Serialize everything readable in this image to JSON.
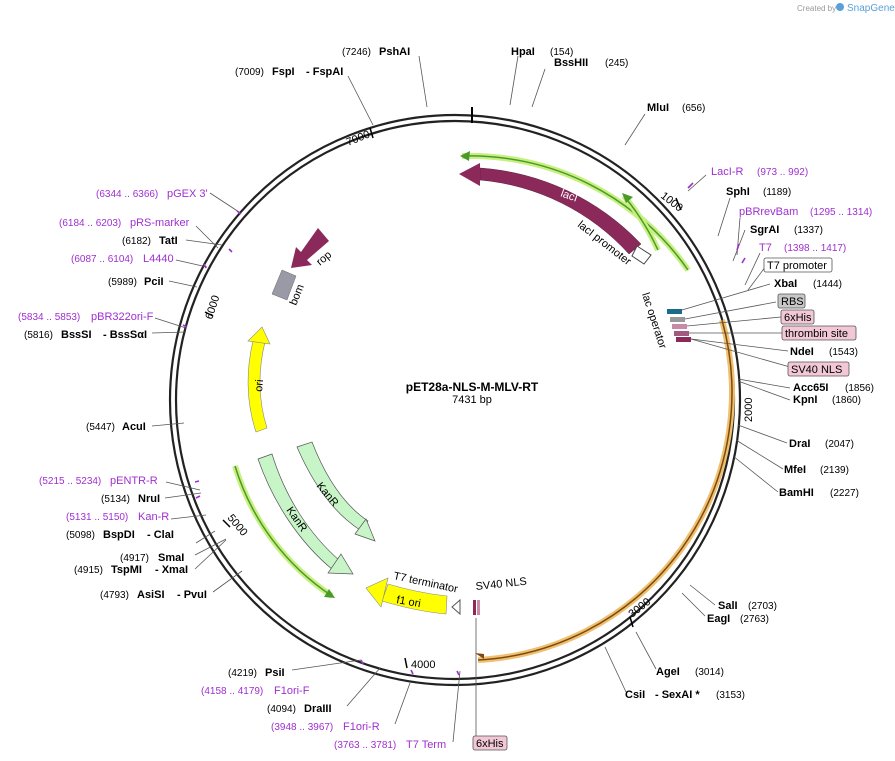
{
  "header": {
    "credit": "Created by",
    "brand": "SnapGene"
  },
  "plasmid": {
    "name": "pET28a-NLS-M-MLV-RT",
    "size_label": "7431 bp"
  },
  "ticks": [
    "1000",
    "2000",
    "3000",
    "4000",
    "5000",
    "6000",
    "7000"
  ],
  "enzymes": [
    {
      "id": "pshai",
      "name": "PshAI",
      "pos": "(7246)"
    },
    {
      "id": "fspi",
      "name": "FspI",
      "pos": "(7009)"
    },
    {
      "id": "fspai",
      "name": "- FspAI",
      "pos": ""
    },
    {
      "id": "hpai",
      "name": "HpaI",
      "pos": "(154)"
    },
    {
      "id": "bsshii",
      "name": "BssHII",
      "pos": "(245)"
    },
    {
      "id": "mlui",
      "name": "MluI",
      "pos": "(656)"
    },
    {
      "id": "sphi",
      "name": "SphI",
      "pos": "(1189)"
    },
    {
      "id": "sgrai",
      "name": "SgrAI",
      "pos": "(1337)"
    },
    {
      "id": "xbai",
      "name": "XbaI",
      "pos": "(1444)"
    },
    {
      "id": "ndei",
      "name": "NdeI",
      "pos": "(1543)"
    },
    {
      "id": "acc65i",
      "name": "Acc65I",
      "pos": "(1856)"
    },
    {
      "id": "kpni",
      "name": "KpnI",
      "pos": "(1860)"
    },
    {
      "id": "drai",
      "name": "DraI",
      "pos": "(2047)"
    },
    {
      "id": "mfei",
      "name": "MfeI",
      "pos": "(2139)"
    },
    {
      "id": "bamhi",
      "name": "BamHI",
      "pos": "(2227)"
    },
    {
      "id": "sali",
      "name": "SalI",
      "pos": "(2703)"
    },
    {
      "id": "eagi",
      "name": "EagI",
      "pos": "(2763)"
    },
    {
      "id": "agei",
      "name": "AgeI",
      "pos": "(3014)"
    },
    {
      "id": "csii",
      "name": "CsiI",
      "pos": "(3153)"
    },
    {
      "id": "sexai",
      "name": "- SexAI *",
      "pos": ""
    },
    {
      "id": "tati",
      "name": "TatI",
      "pos": "(6182)"
    },
    {
      "id": "pcii",
      "name": "PciI",
      "pos": "(5989)"
    },
    {
      "id": "bsssi",
      "name": "BssSI",
      "pos": "(5816)"
    },
    {
      "id": "bsssai",
      "name": "- BssSαI",
      "pos": ""
    },
    {
      "id": "acui",
      "name": "AcuI",
      "pos": "(5447)"
    },
    {
      "id": "nrui",
      "name": "NruI",
      "pos": "(5134)"
    },
    {
      "id": "bspdi",
      "name": "BspDI",
      "pos": "(5098)"
    },
    {
      "id": "clai",
      "name": "- ClaI",
      "pos": ""
    },
    {
      "id": "smai",
      "name": "SmaI",
      "pos": "(4917)"
    },
    {
      "id": "tspmi",
      "name": "TspMI",
      "pos": "(4915)"
    },
    {
      "id": "xmai",
      "name": "- XmaI",
      "pos": ""
    },
    {
      "id": "asisi",
      "name": "AsiSI",
      "pos": "(4793)"
    },
    {
      "id": "pvui",
      "name": "- PvuI",
      "pos": ""
    },
    {
      "id": "psii",
      "name": "PsiI",
      "pos": "(4219)"
    },
    {
      "id": "draiii",
      "name": "DraIII",
      "pos": "(4094)"
    }
  ],
  "primers": [
    {
      "id": "lacir",
      "name": "LacI-R",
      "range": "(973 .. 992)"
    },
    {
      "id": "pbrrevbam",
      "name": "pBRrevBam",
      "range": "(1295 .. 1314)"
    },
    {
      "id": "t7",
      "name": "T7",
      "range": "(1398 .. 1417)"
    },
    {
      "id": "pgex3",
      "name": "pGEX 3'",
      "range": "(6344 .. 6366)"
    },
    {
      "id": "prsmarker",
      "name": "pRS-marker",
      "range": "(6184 .. 6203)"
    },
    {
      "id": "l4440",
      "name": "L4440",
      "range": "(6087 .. 6104)"
    },
    {
      "id": "pbr322orif",
      "name": "pBR322ori-F",
      "range": "(5834 .. 5853)"
    },
    {
      "id": "pentrr",
      "name": "pENTR-R",
      "range": "(5215 .. 5234)"
    },
    {
      "id": "kanr_primer",
      "name": "Kan-R",
      "range": "(5131 .. 5150)"
    },
    {
      "id": "f1orif",
      "name": "F1ori-F",
      "range": "(4158 .. 4179)"
    },
    {
      "id": "f1orir",
      "name": "F1ori-R",
      "range": "(3948 .. 3967)"
    },
    {
      "id": "t7term",
      "name": "T7 Term",
      "range": "(3763 .. 3781)"
    }
  ],
  "boxed_features": [
    {
      "id": "t7promoter",
      "name": "T7 promoter"
    },
    {
      "id": "rbs",
      "name": "RBS"
    },
    {
      "id": "sixhis_top",
      "name": "6xHis"
    },
    {
      "id": "thrombin",
      "name": "thrombin site"
    },
    {
      "id": "sv40nls_top",
      "name": "SV40 NLS"
    },
    {
      "id": "sixhis_bottom",
      "name": "6xHis"
    }
  ],
  "feature_labels": {
    "laci": "lacI",
    "laci_promoter": "lacI promoter",
    "lac_operator": "lac operator",
    "rop": "rop",
    "bom": "bom",
    "ori": "ori",
    "kanr1": "KanR",
    "kanr2": "KanR",
    "t7_terminator": "T7 terminator",
    "f1ori": "f1 ori",
    "sv40nls": "SV40 NLS"
  },
  "colors": {
    "laci": "#8b2a5a",
    "rop": "#8b2a5a",
    "bom": "#9a9aa6",
    "ori": "#ffff00",
    "kanr": "#c8f5c8",
    "f1ori": "#ffff00",
    "orf_highlight": "#f0c070",
    "orf_arrow": "#7a4a10",
    "green_arrow": "#4a9a2a",
    "green_highlight": "#c8f080",
    "primer": "#a02fd0",
    "backbone": "#222222",
    "box_pink": "#f2c8d6",
    "box_grey": "#c8c8c8"
  }
}
